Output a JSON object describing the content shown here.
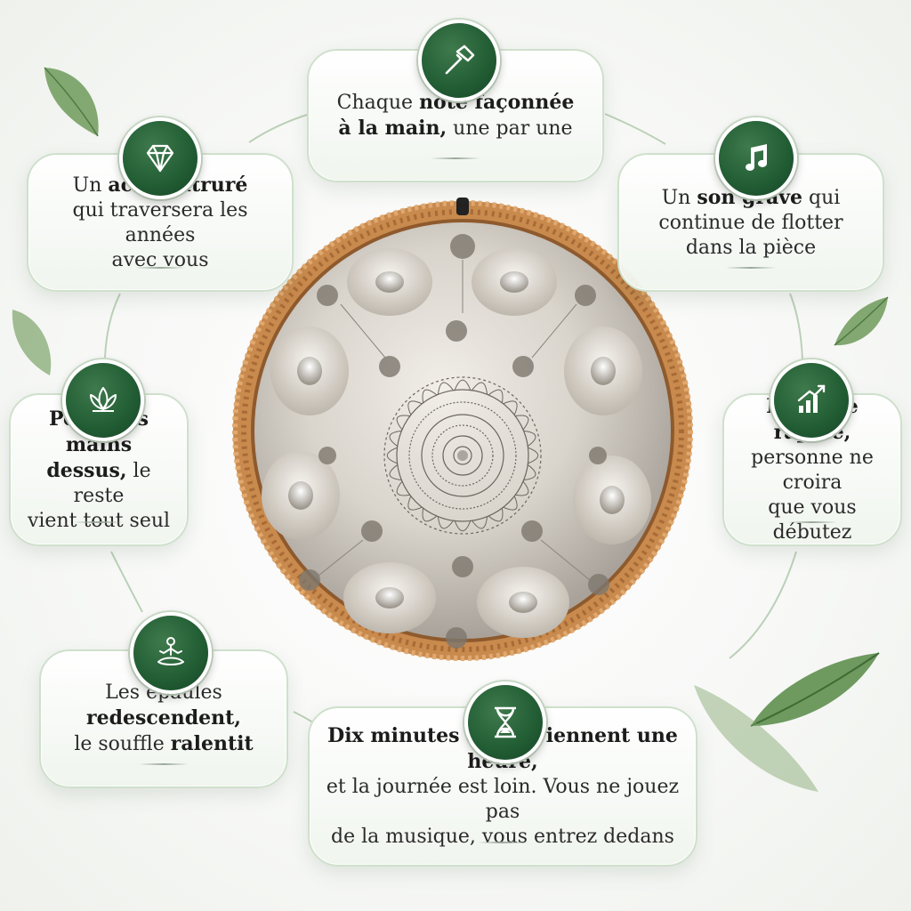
{
  "colors": {
    "accent_green": "#215c33",
    "card_border": "#cfe0cc",
    "rope": "#c98a4e"
  },
  "features": [
    {
      "icon": "hammer-icon",
      "parts": [
        {
          "text": "Chaque ",
          "bold": false
        },
        {
          "text": "note façonnée",
          "bold": true
        },
        {
          "text": "\n",
          "bold": false
        },
        {
          "text": "à la main,",
          "bold": true
        },
        {
          "text": " une par une",
          "bold": false
        }
      ]
    },
    {
      "icon": "diamond-icon",
      "parts": [
        {
          "text": "Un ",
          "bold": false
        },
        {
          "text": "acier nitruré",
          "bold": true
        },
        {
          "text": "\nqui traversera les années\navec vous",
          "bold": false
        }
      ]
    },
    {
      "icon": "music-note-icon",
      "parts": [
        {
          "text": "Un ",
          "bold": false
        },
        {
          "text": "son grave",
          "bold": true
        },
        {
          "text": " qui\ncontinue de flotter\ndans la pièce",
          "bold": false
        }
      ]
    },
    {
      "icon": "lotus-icon",
      "parts": [
        {
          "text": "Posez les mains\ndessus,",
          "bold": true
        },
        {
          "text": " le reste\nvient tout seul",
          "bold": false
        }
      ]
    },
    {
      "icon": "growth-chart-icon",
      "parts": [
        {
          "text": "Maîtrise rapide,",
          "bold": true
        },
        {
          "text": "\npersonne ne croira\nque vous débutez",
          "bold": false
        }
      ]
    },
    {
      "icon": "meditation-icon",
      "parts": [
        {
          "text": "Les épaules\n",
          "bold": false
        },
        {
          "text": "redescendent,",
          "bold": true
        },
        {
          "text": "\nle souffle ",
          "bold": false
        },
        {
          "text": "ralentit",
          "bold": true
        }
      ]
    },
    {
      "icon": "hourglass-icon",
      "parts": [
        {
          "text": "Dix minutes qui deviennent une heure,",
          "bold": true
        },
        {
          "text": "\net la journée est loin. Vous ne jouez pas\nde la musique, vous entrez dedans",
          "bold": false
        }
      ]
    }
  ]
}
